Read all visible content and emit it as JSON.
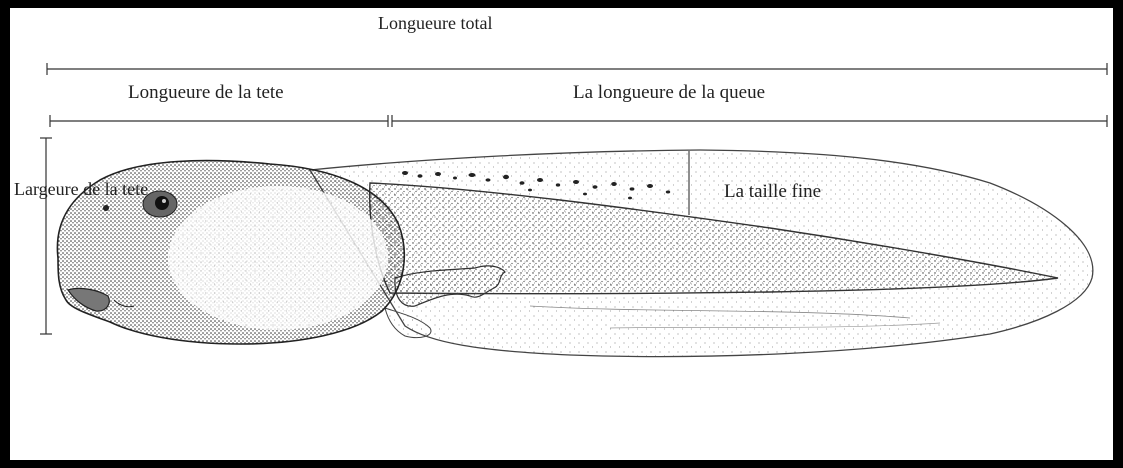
{
  "labels": {
    "total_length": "Longueure total",
    "head_length": "Longueure de la tete",
    "tail_length": "La longueure de la queue",
    "head_width": "Largeure de la tete",
    "fin_height": "La taille fine"
  },
  "colors": {
    "frame": "#000000",
    "background": "#ffffff",
    "ink": "#222222"
  }
}
